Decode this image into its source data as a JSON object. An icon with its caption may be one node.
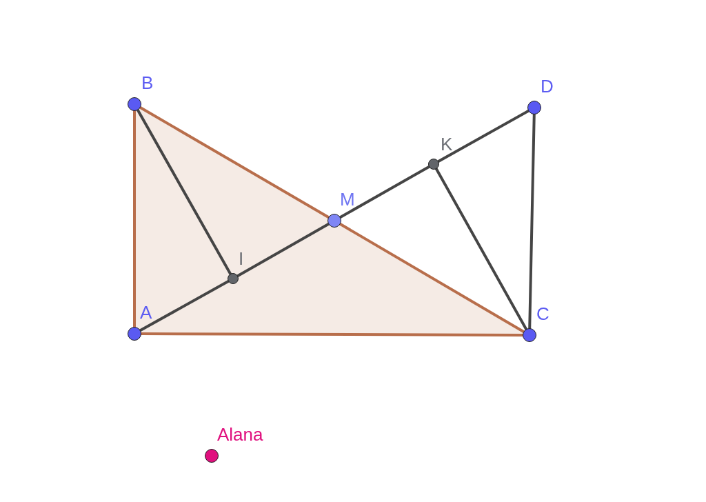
{
  "diagram": {
    "nodes": [
      {
        "text": [
          "B"
        ]
      },
      {
        "text": [
          "D"
        ]
      },
      {
        "text": [
          "K"
        ]
      },
      {
        "text": [
          "M"
        ]
      },
      {
        "text": [
          "I"
        ]
      },
      {
        "text": [
          "A"
        ]
      },
      {
        "text": [
          "C"
        ]
      },
      {
        "text": [
          "Alana"
        ]
      }
    ],
    "edges": [
      {
        "from": 5,
        "to": 0,
        "arrow": "none",
        "color": "#b86e4b"
      },
      {
        "from": 0,
        "to": 3,
        "arrow": "none",
        "color": "#b86e4b"
      },
      {
        "from": 3,
        "to": 6,
        "arrow": "none",
        "color": "#b86e4b"
      },
      {
        "from": 5,
        "to": 6,
        "arrow": "none",
        "color": "#b86e4b"
      },
      {
        "from": 0,
        "to": 4,
        "arrow": "none"
      },
      {
        "from": 5,
        "to": 4,
        "arrow": "none"
      },
      {
        "from": 4,
        "to": 3,
        "arrow": "none"
      },
      {
        "from": 3,
        "to": 2,
        "arrow": "none"
      },
      {
        "from": 2,
        "to": 1,
        "arrow": "none"
      },
      {
        "from": 2,
        "to": 6,
        "arrow": "none"
      },
      {
        "from": 1,
        "to": 6,
        "arrow": "none"
      }
    ]
  }
}
